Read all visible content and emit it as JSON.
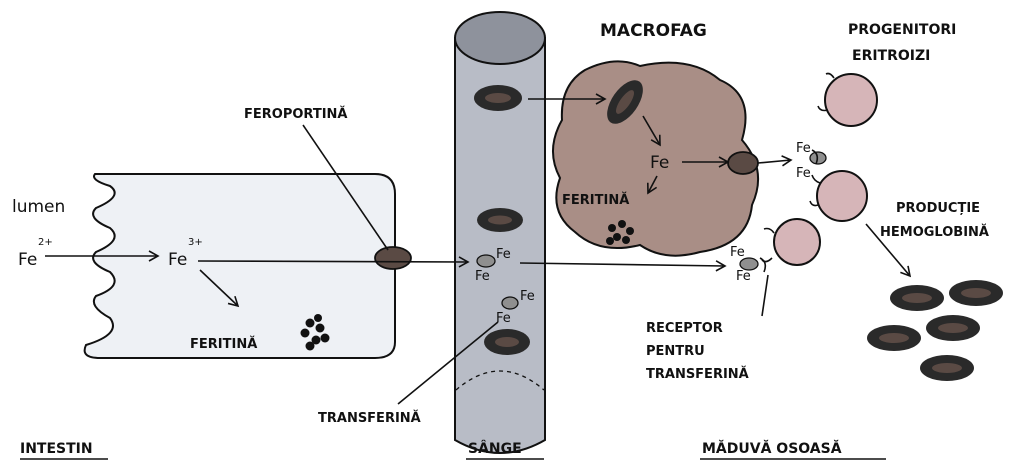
{
  "labels": {
    "lumen": "lumen",
    "fe": "Fe",
    "fe_2plus_sup": "2+",
    "fe_3plus_sup": "3+",
    "feroportina": "FEROPORTINĂ",
    "feritina": "FERITINĂ",
    "macrofag": "MACROFAG",
    "progenitori_line1": "PROGENITORI",
    "progenitori_line2": "ERITROIZI",
    "productie_line1": "PRODUCȚIE",
    "productie_line2": "HEMOGLOBINĂ",
    "receptor_line1": "RECEPTOR",
    "receptor_line2": "PENTRU",
    "receptor_line3": "TRANSFERINĂ",
    "transferina": "TRANSFERINĂ",
    "intestin": "INTESTIN",
    "sange": "SÂNGE",
    "maduva": "MĂDUVĂ OSOASĂ"
  },
  "colors": {
    "outline": "#111111",
    "cell_fill": "#eef1f5",
    "vessel_fill": "#b8bcc6",
    "vessel_top": "#8e929c",
    "macrophage_fill": "#a98e86",
    "ferroportin_fill": "#5a4a44",
    "progenitor_fill": "#d6b5b8",
    "rbc_fill": "#2a2a2a",
    "rbc_center": "#5a4a44"
  }
}
